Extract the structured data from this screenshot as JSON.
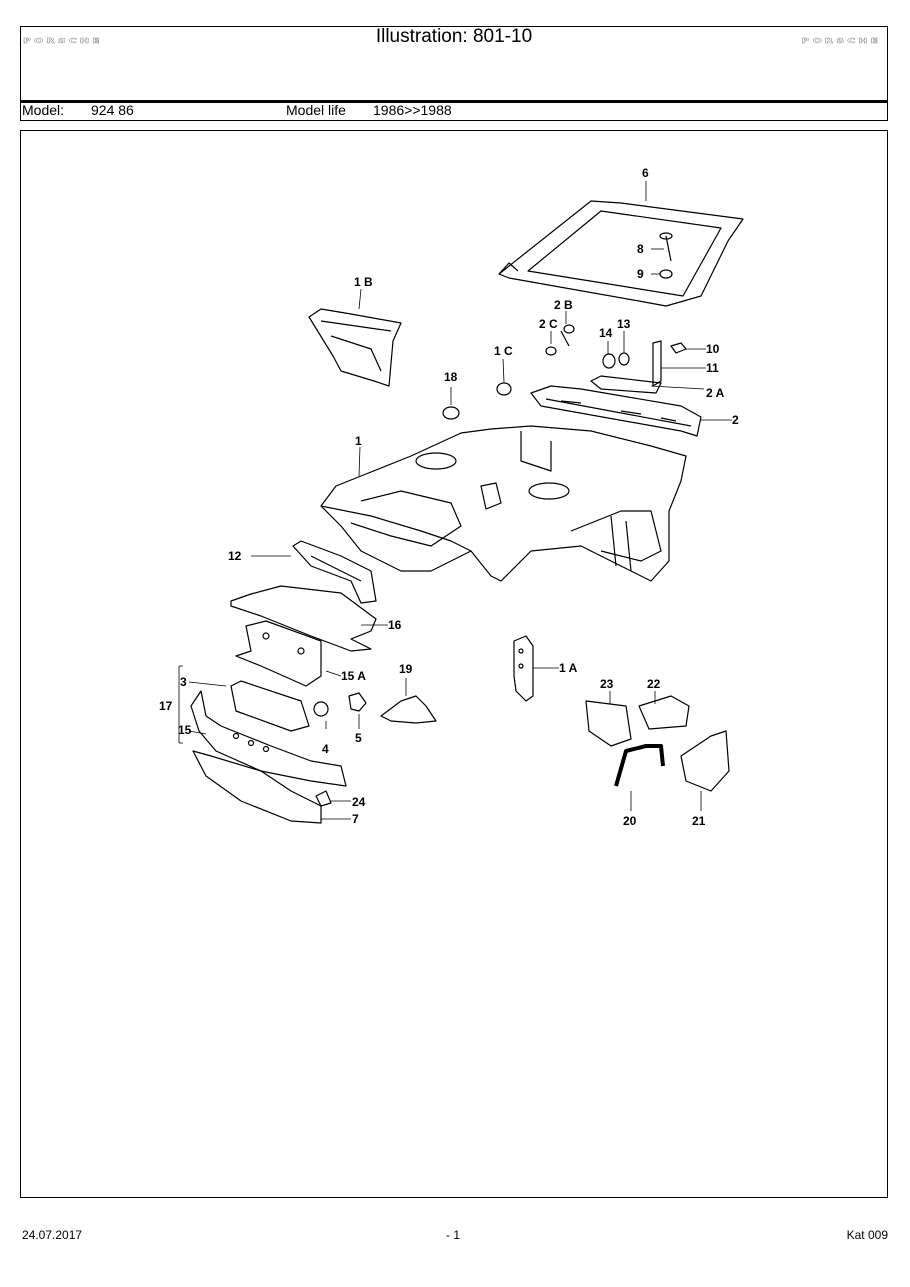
{
  "header": {
    "brand_left": "PORSCHE",
    "title": "Illustration: 801-10",
    "brand_right": "PORSCHE",
    "model_label": "Model:",
    "model_value": "924 86",
    "model_life_label": "Model life",
    "model_life_value": "1986>>1988"
  },
  "diagram": {
    "labels": {
      "p6": "6",
      "p8": "8",
      "p9": "9",
      "p1b": "1 B",
      "p2b": "2 B",
      "p2c": "2 C",
      "p14": "14",
      "p13": "13",
      "p10": "10",
      "p11": "11",
      "p1c": "1 C",
      "p18": "18",
      "p2a": "2 A",
      "p2": "2",
      "p1": "1",
      "p12": "12",
      "p16": "16",
      "p15a": "15 A",
      "p19": "19",
      "p1a": "1 A",
      "p23": "23",
      "p22": "22",
      "p3": "3",
      "p17": "17",
      "p15": "15",
      "p4": "4",
      "p5": "5",
      "p24": "24",
      "p7": "7",
      "p20": "20",
      "p21": "21"
    }
  },
  "footer": {
    "date": "24.07.2017",
    "page": "- 1",
    "catalog": "Kat 009"
  }
}
